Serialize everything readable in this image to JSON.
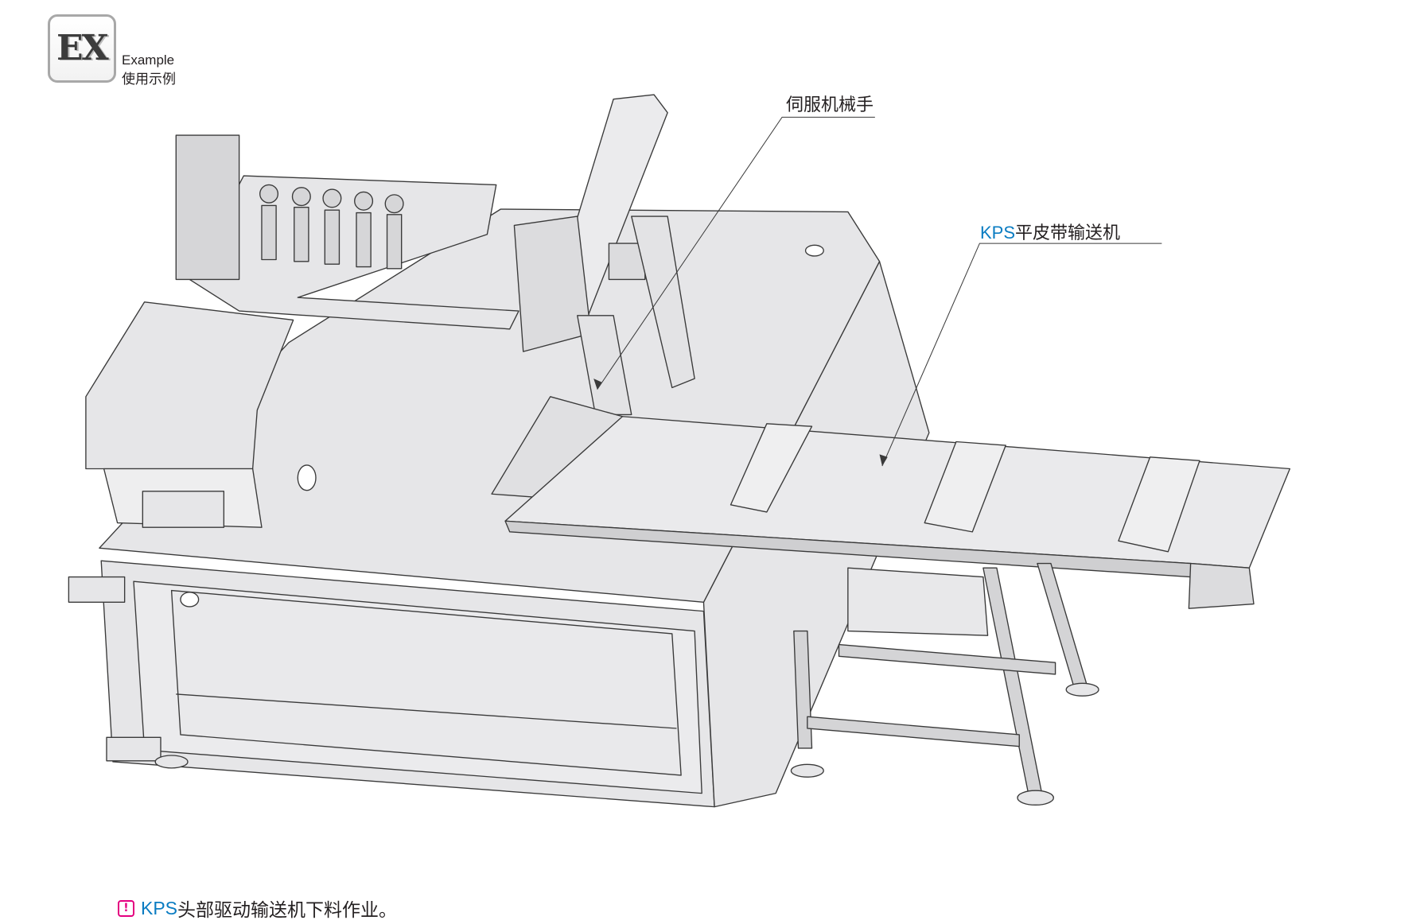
{
  "badge": {
    "letters": "EX",
    "title_en": "Example",
    "title_cn": "使用示例"
  },
  "callouts": {
    "servo_robot": "伺服机械手",
    "conveyor_prefix": "KPS",
    "conveyor_label": "平皮带输送机"
  },
  "caption": {
    "icon": "exclamation-icon",
    "prefix": "KPS",
    "text": "头部驱动输送机下料作业。"
  },
  "colors": {
    "accent_blue": "#0a7cc2",
    "warning_magenta": "#e4007f",
    "machine_fill": "#e6e6e8",
    "line": "#3a3a3a"
  }
}
